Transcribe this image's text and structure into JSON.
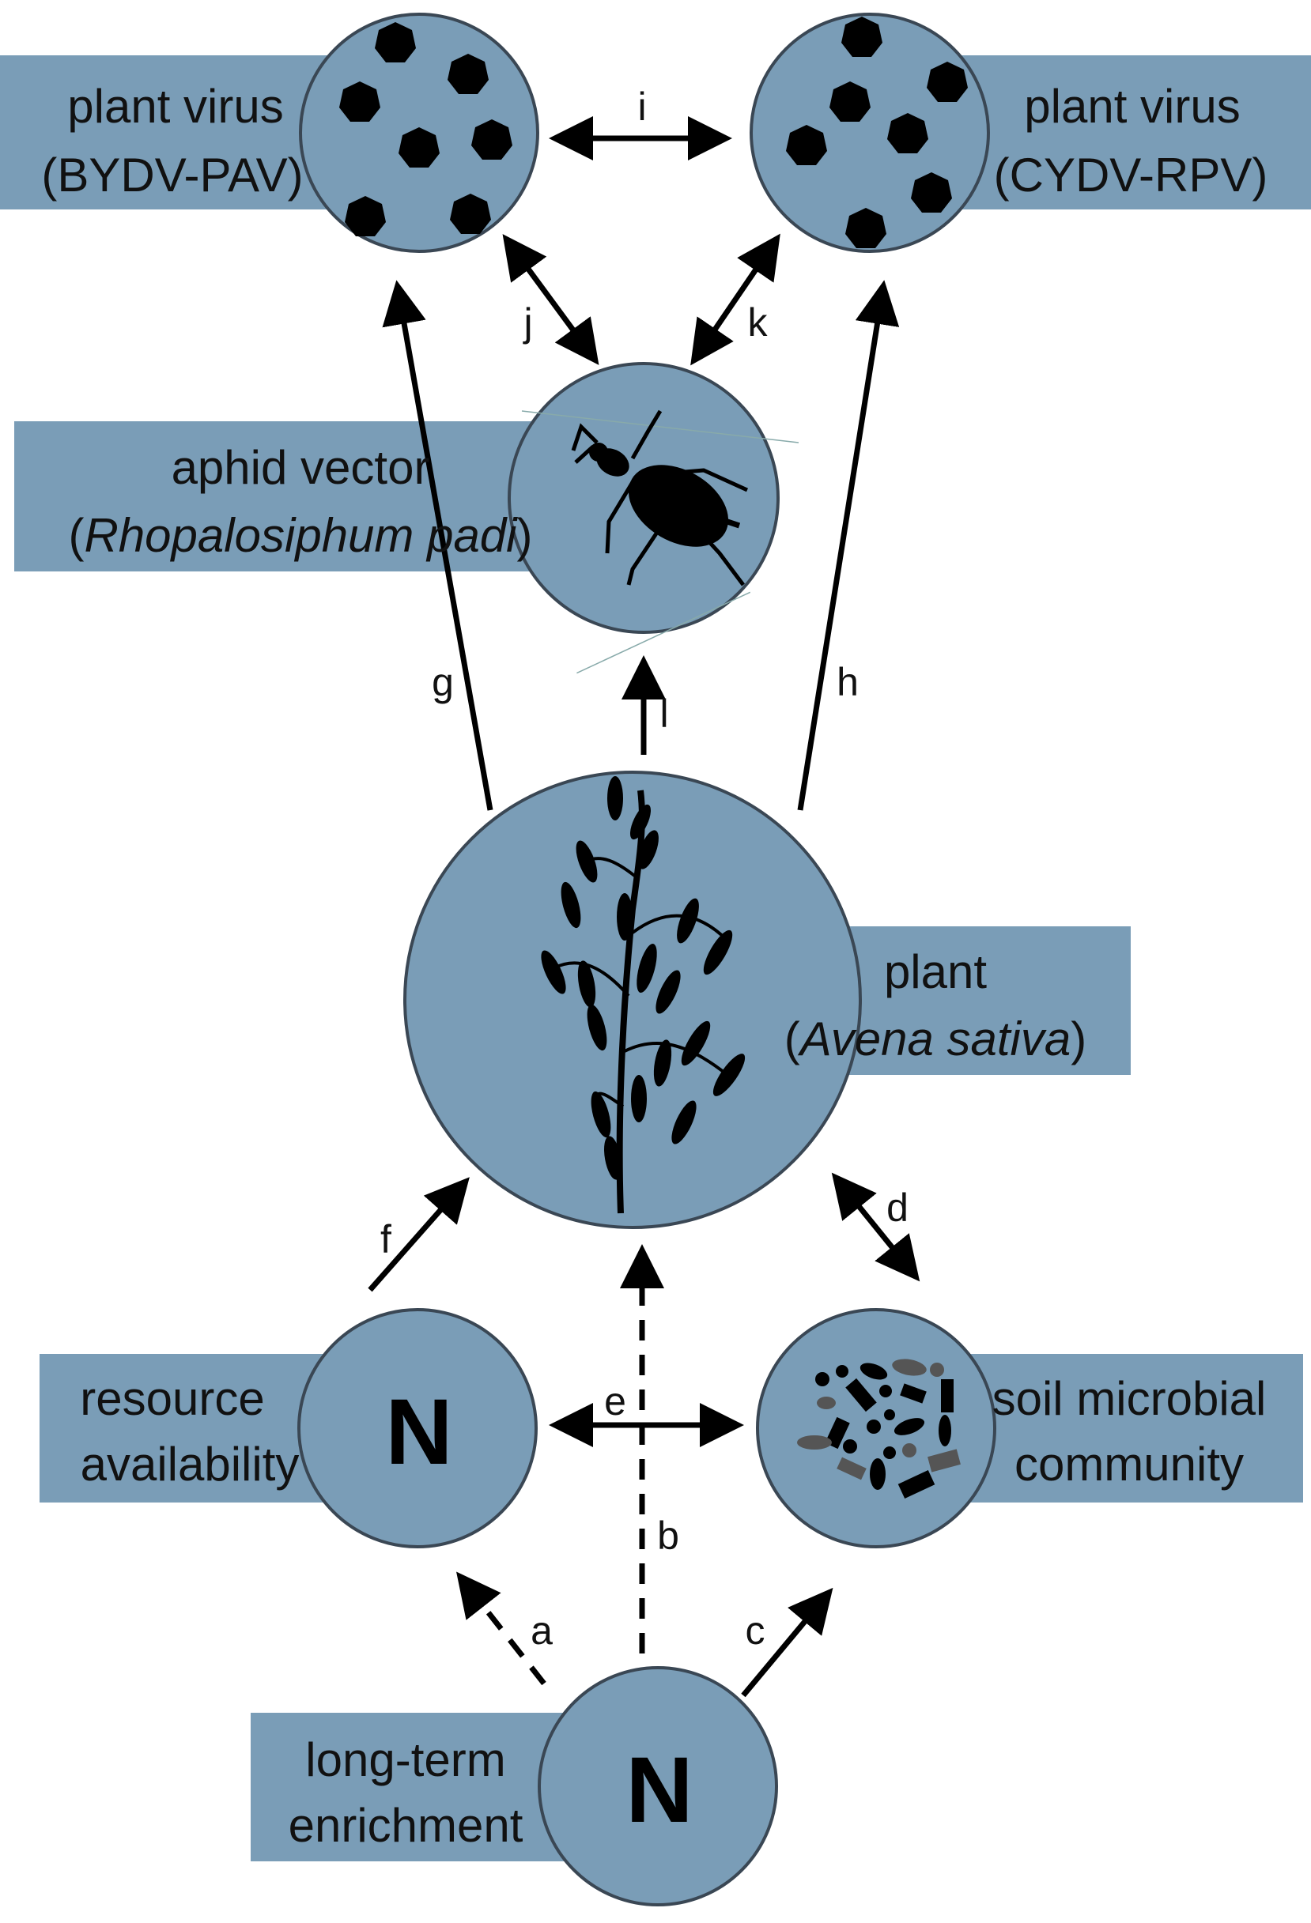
{
  "nodes": {
    "bydv": {
      "line1": "plant virus",
      "line2": "(BYDV-PAV)"
    },
    "cydv": {
      "line1": "plant virus",
      "line2": "(CYDV-RPV)"
    },
    "aphid": {
      "line1": "aphid vector",
      "line2_open": "(",
      "line2_italic": "Rhopalosiphum padi",
      "line2_close": ")"
    },
    "plant": {
      "line1": "plant",
      "line2_open": "(",
      "line2_italic": "Avena sativa",
      "line2_close": ")"
    },
    "resource": {
      "line1": "resource",
      "line2": "availability",
      "symbol": "N"
    },
    "soil": {
      "line1": "soil microbial",
      "line2": "community"
    },
    "enrichment": {
      "line1": "long-term",
      "line2": "enrichment",
      "symbol": "N"
    }
  },
  "edges": {
    "a": "a",
    "b": "b",
    "c": "c",
    "d": "d",
    "e": "e",
    "f": "f",
    "g": "g",
    "h": "h",
    "i": "i",
    "j": "j",
    "k": "k",
    "l": "l"
  },
  "colors": {
    "node_fill": "#7a9db7",
    "node_stroke": "#3a4754",
    "arrow": "#000000",
    "text": "#111111"
  },
  "icons": {
    "virus_particle": "heptagon-icon",
    "aphid": "aphid-silhouette-icon",
    "plant": "oat-plant-silhouette-icon",
    "microbes": "microbe-cluster-icon"
  }
}
